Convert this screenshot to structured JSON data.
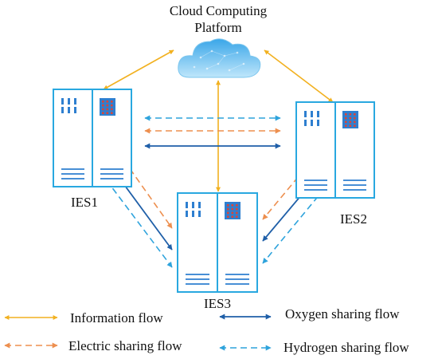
{
  "platform": {
    "title_line1": "Cloud Computing",
    "title_line2": "Platform",
    "icon": "cloud-icon"
  },
  "nodes": [
    {
      "id": "ies1",
      "label": "IES1",
      "icon": "server-rack-icon"
    },
    {
      "id": "ies2",
      "label": "IES2",
      "icon": "server-rack-icon"
    },
    {
      "id": "ies3",
      "label": "IES3",
      "icon": "server-rack-icon"
    }
  ],
  "legend": {
    "information": "Information flow",
    "electric": "Electric sharing flow",
    "oxygen": "Oxygen sharing flow",
    "hydrogen": "Hydrogen  sharing flow"
  },
  "colors": {
    "information": "#F2B120",
    "electric": "#ED8F4F",
    "oxygen": "#1F5FA8",
    "hydrogen": "#2EA3DC",
    "rack_outline": "#29A8E0",
    "rack_accent": "#2E7FD0",
    "led_red": "#D8453A"
  }
}
